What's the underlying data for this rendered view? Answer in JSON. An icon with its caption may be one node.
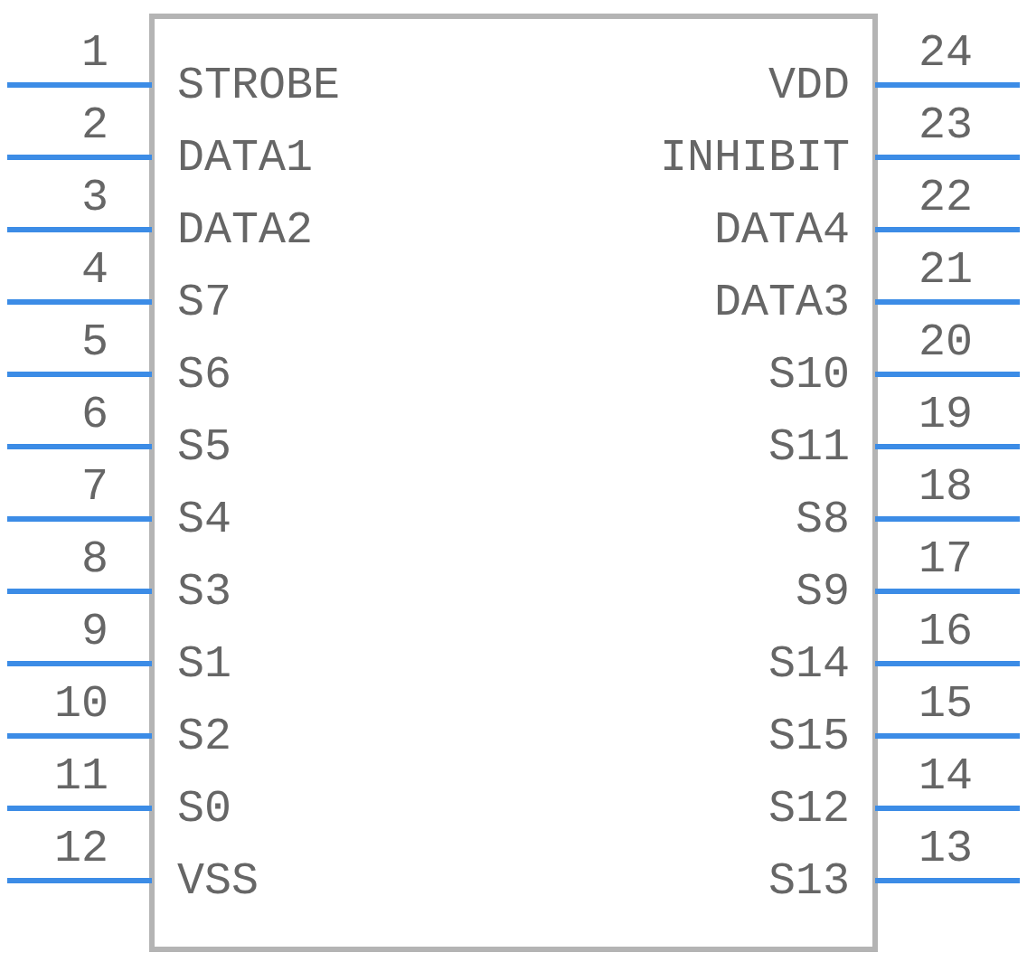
{
  "diagram": {
    "labels": [
      "1",
      "STROBE",
      "VDD",
      "24",
      "2",
      "DATA1",
      "INHIBIT",
      "23",
      "3",
      "DATA2",
      "DATA4",
      "22",
      "4",
      "S7",
      "DATA3",
      "21",
      "5",
      "S6",
      "S10",
      "20",
      "6",
      "S5",
      "S11",
      "19",
      "7",
      "S4",
      "S8",
      "18",
      "8",
      "S3",
      "S9",
      "17",
      "9",
      "S1",
      "S14",
      "16",
      "10",
      "S2",
      "S15",
      "15",
      "11",
      "S0",
      "S12",
      "14",
      "12",
      "VSS",
      "S13",
      "13"
    ]
  }
}
